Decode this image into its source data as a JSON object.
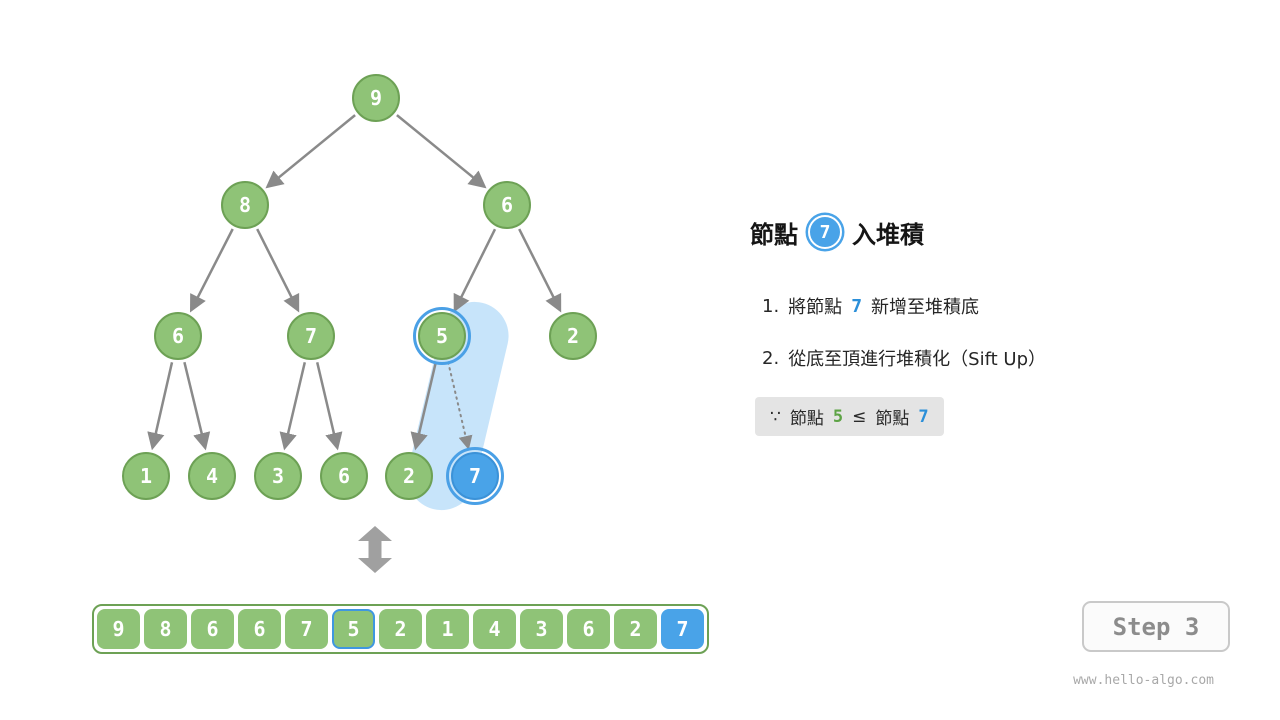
{
  "panel": {
    "title": {
      "prefix": "節點",
      "node_value": "7",
      "suffix": "入堆積"
    },
    "steps": [
      {
        "num": "1.",
        "before": "將節點",
        "value": "7",
        "after": "新增至堆積底"
      },
      {
        "num": "2.",
        "text": "從底至頂進行堆積化（Sift Up）"
      }
    ],
    "note": {
      "because": "∵",
      "label1": "節點",
      "value1": "5",
      "op": "≤",
      "label2": "節點",
      "value2": "7"
    }
  },
  "tree": {
    "nodes": [
      {
        "value": "9",
        "state": "normal"
      },
      {
        "value": "8",
        "state": "normal"
      },
      {
        "value": "6",
        "state": "normal"
      },
      {
        "value": "6",
        "state": "normal"
      },
      {
        "value": "7",
        "state": "normal"
      },
      {
        "value": "5",
        "state": "highlighted-compare"
      },
      {
        "value": "2",
        "state": "normal"
      },
      {
        "value": "1",
        "state": "normal"
      },
      {
        "value": "4",
        "state": "normal"
      },
      {
        "value": "3",
        "state": "normal"
      },
      {
        "value": "6",
        "state": "normal"
      },
      {
        "value": "2",
        "state": "normal"
      },
      {
        "value": "7",
        "state": "inserted-blue"
      }
    ]
  },
  "array": {
    "values": [
      "9",
      "8",
      "6",
      "6",
      "7",
      "5",
      "2",
      "1",
      "4",
      "3",
      "6",
      "2",
      "7"
    ],
    "highlight_compare_index": 5,
    "inserted_index": 12
  },
  "step_badge": "Step 3",
  "watermark": "www.hello-algo.com",
  "colors": {
    "node_green": "#8fc377",
    "node_green_border": "#6da155",
    "node_blue": "#49a3e8",
    "highlight_capsule": "#a9d6f5",
    "arrow_gray": "#8a8a8a",
    "note_bg": "#e4e4e4",
    "text_blue": "#2b8fd9",
    "text_green": "#5da345"
  }
}
